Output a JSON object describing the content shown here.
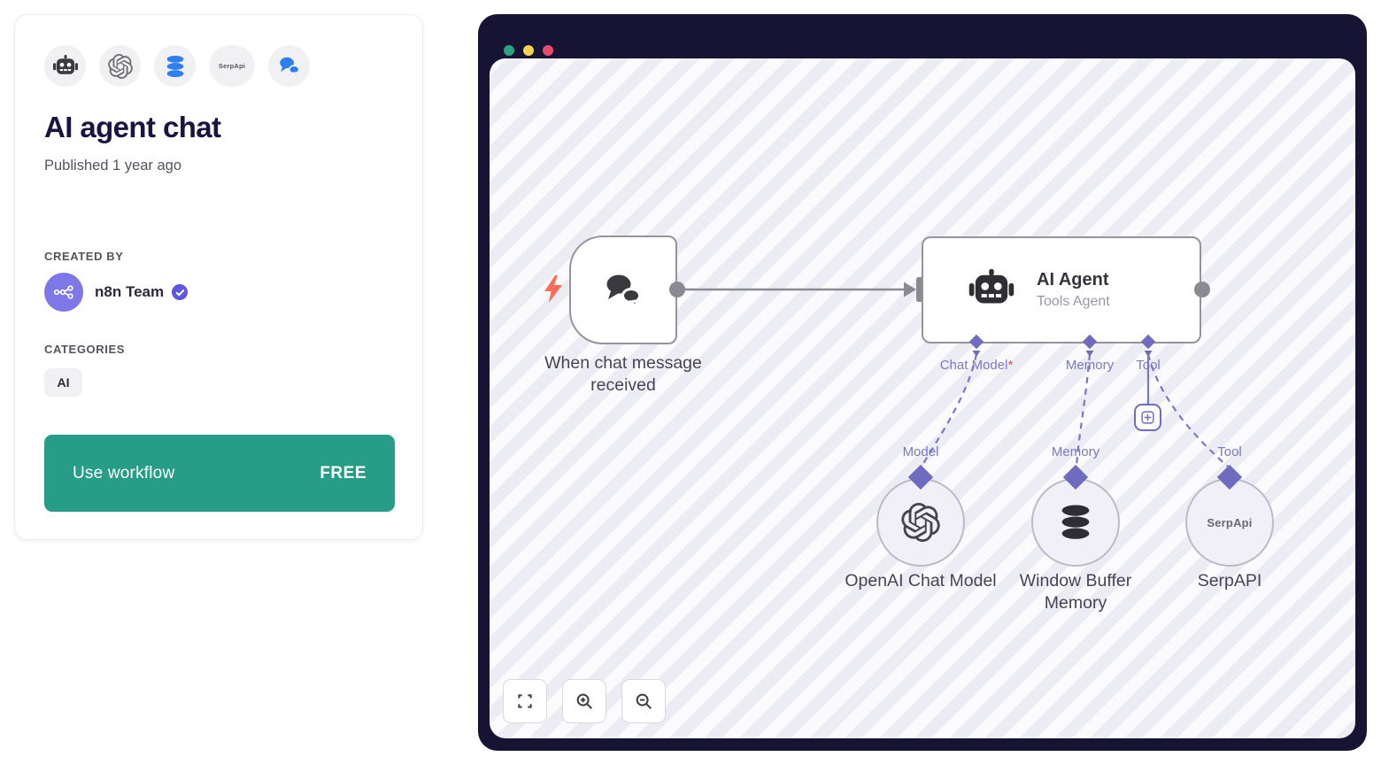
{
  "panel": {
    "title": "AI agent chat",
    "published": "Published 1 year ago",
    "created_by_heading": "CREATED BY",
    "creator_name": "n8n Team",
    "categories_heading": "CATEGORIES",
    "category_ai": "AI",
    "cta_label": "Use workflow",
    "cta_badge": "FREE",
    "serpapi_icon_label": "SerpApi"
  },
  "workflow": {
    "trigger_label": "When chat message received",
    "agent_title": "AI Agent",
    "agent_subtitle": "Tools Agent",
    "required_marker": "*",
    "agent_connectors": [
      {
        "label": "Chat Model",
        "required": true
      },
      {
        "label": "Memory",
        "required": false
      },
      {
        "label": "Tool",
        "required": false
      }
    ],
    "subnodes": [
      {
        "port_label": "Model",
        "name": "OpenAI Chat Model"
      },
      {
        "port_label": "Memory",
        "name": "Window Buffer Memory"
      },
      {
        "port_label": "Tool",
        "name": "SerpAPI",
        "icon_label": "SerpApi"
      }
    ]
  },
  "colors": {
    "accent_purple": "#6f6cc0",
    "connector_label": "#7a77c5",
    "cta_green": "#279d87",
    "window_frame": "#171433",
    "trigger_bolt": "#ff6d5a",
    "brand_blue": "#2e7ff0",
    "dot_green": "#2aa584",
    "dot_yellow": "#f5d44f",
    "dot_red": "#e94b6e"
  }
}
